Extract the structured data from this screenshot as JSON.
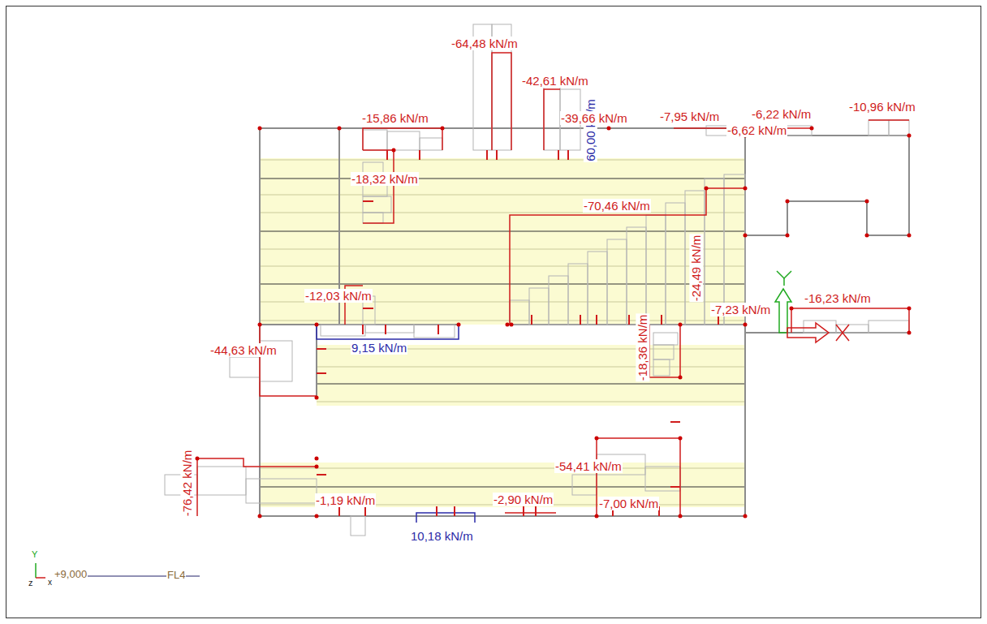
{
  "diagram": {
    "labels": [
      "-64,48 kN/m",
      "-42,61 kN/m",
      "60,00 kN/m",
      "-15,86 kN/m",
      "-39,66 kN/m",
      "-7,95 kN/m",
      "-6,22 kN/m",
      "-6,62 kN/m",
      "-10,96 kN/m",
      "-18,32 kN/m",
      "-70,46 kN/m",
      "-24,49 kN/m",
      "-12,03 kN/m",
      "-7,23 kN/m",
      "-16,23 kN/m",
      "9,15 kN/m",
      "-44,63 kN/m",
      "-18,36 kN/m",
      "-76,42 kN/m",
      "-54,41 kN/m",
      "-1,19 kN/m",
      "-2,90 kN/m",
      "-7,00 kN/m",
      "10,18 kN/m",
      "Y",
      "z",
      "x",
      "+9,000",
      "FL4"
    ]
  }
}
